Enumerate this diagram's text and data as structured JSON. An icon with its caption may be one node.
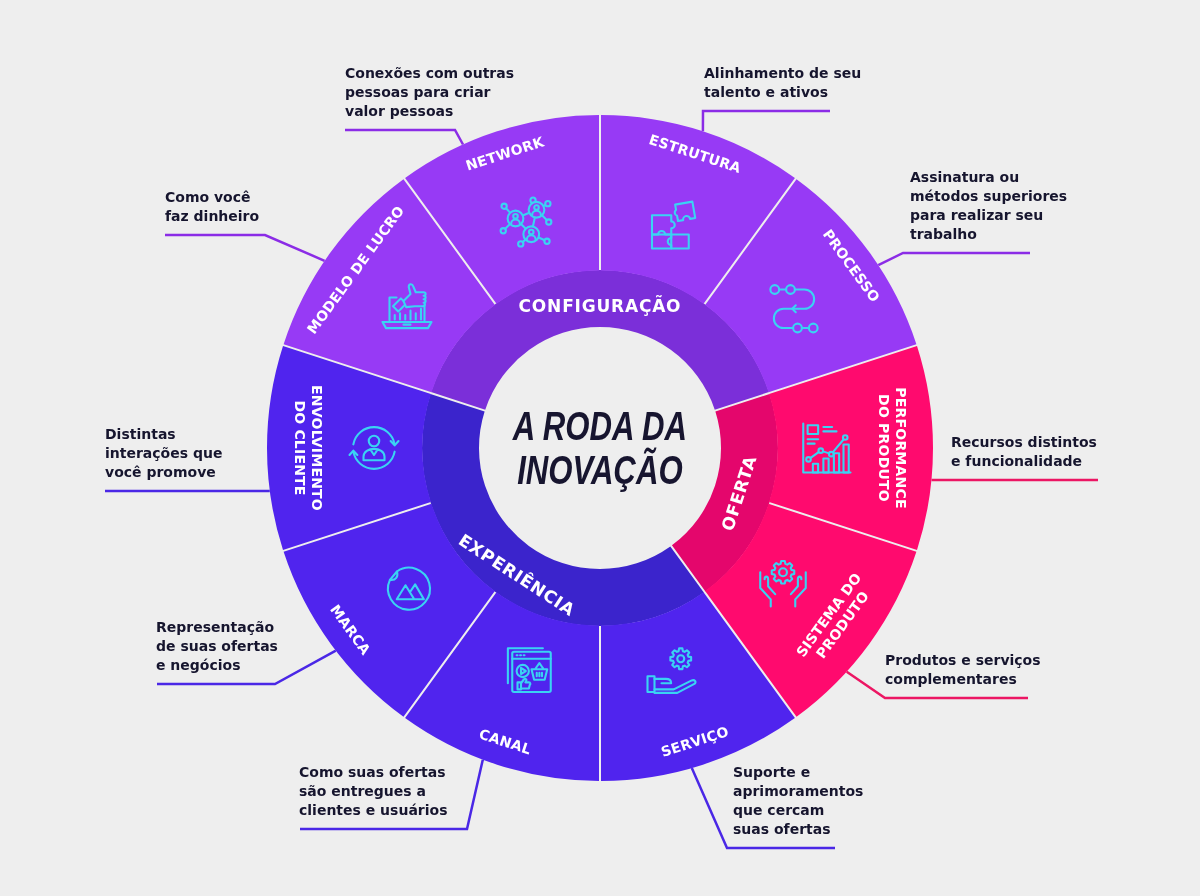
{
  "diagram": {
    "nodes": [
      {
        "text": [
          "A RODA DA INOVAÇÃO"
        ]
      },
      {
        "text": [
          "CONFIGURAÇÃO"
        ]
      },
      {
        "text": [
          "OFERTA"
        ]
      },
      {
        "text": [
          "EXPERIÊNCIA"
        ]
      },
      {
        "text": [
          "NETWORK"
        ]
      },
      {
        "text": [
          "ESTRUTURA"
        ]
      },
      {
        "text": [
          "PROCESSO"
        ]
      },
      {
        "text": [
          "PERFORMANCE DO PRODUTO"
        ]
      },
      {
        "text": [
          "SISTEMA DO PRODUTO"
        ]
      },
      {
        "text": [
          "SERVIÇO"
        ]
      },
      {
        "text": [
          "CANAL"
        ]
      },
      {
        "text": [
          "MARCA"
        ]
      },
      {
        "text": [
          "ENVOLVIMENTO DO CLIENTE"
        ]
      },
      {
        "text": [
          "MODELO DE LUCRO"
        ]
      },
      {
        "text": [
          "Conexões com outras pessoas para criar valor pessoas"
        ]
      },
      {
        "text": [
          "Alinhamento de seu talento e ativos"
        ]
      },
      {
        "text": [
          "Assinatura ou métodos superiores para realizar seu trabalho"
        ]
      },
      {
        "text": [
          "Recursos distintos e funcionalidade"
        ]
      },
      {
        "text": [
          "Produtos e serviços complementares"
        ]
      },
      {
        "text": [
          "Suporte e aprimoramentos que cercam suas ofertas"
        ]
      },
      {
        "text": [
          "Como suas ofertas são entregues a clientes e usuários"
        ]
      },
      {
        "text": [
          "Representação de suas ofertas e negócios"
        ]
      },
      {
        "text": [
          "Distintas interações que você promove"
        ]
      },
      {
        "text": [
          "Como você faz dinheiro"
        ]
      }
    ],
    "edges": [
      {
        "from": 14,
        "to": 4,
        "arrow": "none",
        "color": "#8b2ce6"
      },
      {
        "from": 15,
        "to": 5,
        "arrow": "none",
        "color": "#8b2ce6"
      },
      {
        "from": 16,
        "to": 6,
        "arrow": "none",
        "color": "#8b2ce6"
      },
      {
        "from": 17,
        "to": 7,
        "arrow": "none",
        "color": "#ec1663"
      },
      {
        "from": 18,
        "to": 8,
        "arrow": "none",
        "color": "#ec1663"
      },
      {
        "from": 19,
        "to": 9,
        "arrow": "none",
        "color": "#4a27e6"
      },
      {
        "from": 20,
        "to": 10,
        "arrow": "none",
        "color": "#4a27e6"
      },
      {
        "from": 21,
        "to": 11,
        "arrow": "none",
        "color": "#4a27e6"
      },
      {
        "from": 22,
        "to": 12,
        "arrow": "none",
        "color": "#4a27e6"
      },
      {
        "from": 23,
        "to": 13,
        "arrow": "none",
        "color": "#8b2ce6"
      }
    ]
  }
}
